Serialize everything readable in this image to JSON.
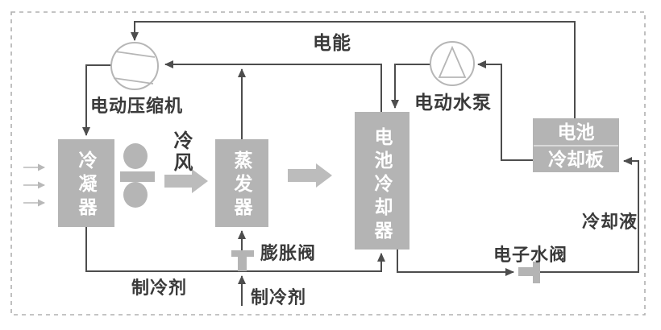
{
  "diagram": {
    "kind": "battery-thermal-management-system-diagram",
    "nodes": {
      "compressor": {
        "label": "电动压缩机",
        "icon": "compressor-circle-icon"
      },
      "condenser": {
        "label": "冷凝器"
      },
      "fan": {
        "icon": "fan-icon"
      },
      "evaporator": {
        "label": "蒸发器"
      },
      "battery_cooler": {
        "label": "电池冷却器"
      },
      "pump": {
        "label": "电动水泵",
        "icon": "pump-circle-icon"
      },
      "battery": {
        "label": "电池"
      },
      "cooling_plate": {
        "label": "冷却板"
      },
      "expansion_valve": {
        "label": "膨胀阀",
        "icon": "expansion-valve-icon"
      },
      "water_valve": {
        "label": "电子水阀",
        "icon": "water-valve-icon"
      }
    },
    "flow_labels": {
      "electric_energy": "电能",
      "cold_air": "冷风",
      "refrigerant_left": "制冷剂",
      "refrigerant_inlet": "制冷剂",
      "coolant": "冷却液"
    },
    "colors": {
      "box_fill": "#b4b4b4",
      "box_text": "#ffffff",
      "flow_line": "#4d4d4d",
      "label_text": "#3a3a3a",
      "block_arrow": "#bcbcbc",
      "air_arrow": "#b8b8b8",
      "icon_outline": "#b6b6b6",
      "dashed_border": "#b0b0b0",
      "background": "#ffffff"
    }
  }
}
